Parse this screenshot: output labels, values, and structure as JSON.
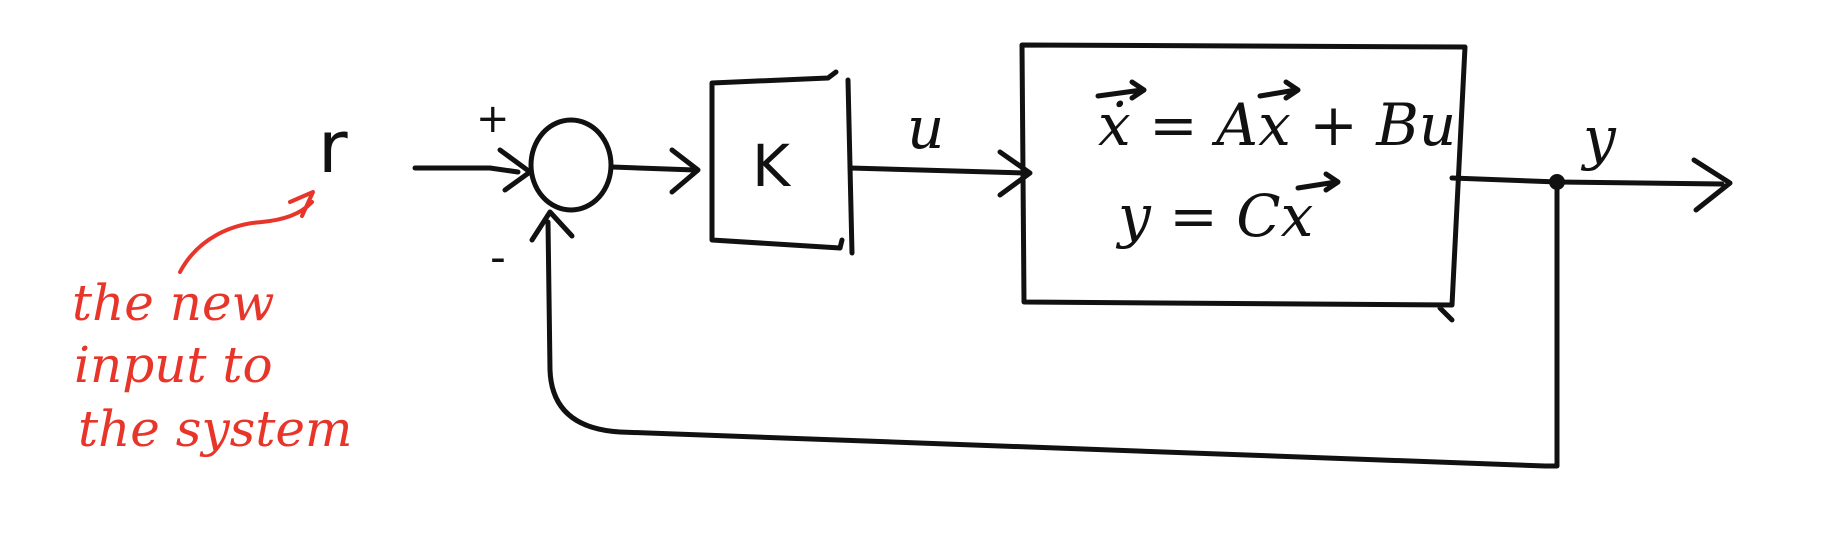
{
  "colors": {
    "ink": "#111111",
    "annotation": "#e8352a",
    "background": "#ffffff"
  },
  "labels": {
    "reference_input": "r",
    "plus_sign": "+",
    "minus_sign": "-",
    "gain_block": "K",
    "control_signal": "u",
    "output_signal": "y"
  },
  "plant": {
    "state_equation": "ẋ = Ax + Bu",
    "output_equation": "y = Cx"
  },
  "annotation": {
    "line1": "the new",
    "line2": "input to",
    "line3": "the system"
  }
}
